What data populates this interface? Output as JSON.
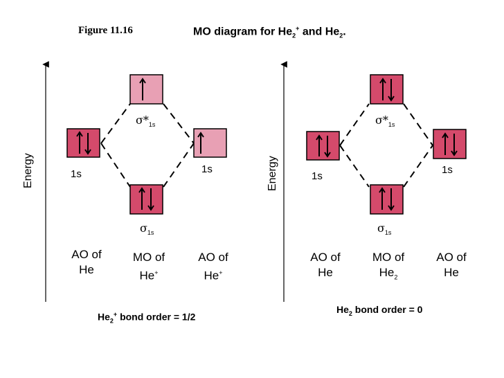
{
  "figure_label": "Figure 11.16",
  "title": {
    "main": "MO diagram for He",
    "sub1": "2",
    "sup1": "+",
    "mid": " and He",
    "sub2": "2",
    "end": "."
  },
  "axis_label": "Energy",
  "colors": {
    "box_filled": "#d44a6b",
    "box_light": "#e8a0b4",
    "stroke": "#000000"
  },
  "left": {
    "ao_left_label": "1s",
    "ao_right_label": "1s",
    "sigma_star": {
      "symbol": "σ",
      "star": "*",
      "sub": "1s"
    },
    "sigma": {
      "symbol": "σ",
      "sub": "1s"
    },
    "col1": {
      "line1": "AO of",
      "line2": "He"
    },
    "col2": {
      "line1": "MO of",
      "line2": "He",
      "sup": "+"
    },
    "col3": {
      "line1": "AO of",
      "line2": "He",
      "sup": "+"
    },
    "bond_order": {
      "pre": "He",
      "sub": "2",
      "sup": "+",
      "post": " bond order = 1/2"
    },
    "occupancy": {
      "ao_left": "up-down",
      "ao_right": "up",
      "sigma": "up-down",
      "sigma_star": "up"
    }
  },
  "right": {
    "ao_left_label": "1s",
    "ao_right_label": "1s",
    "sigma_star": {
      "symbol": "σ",
      "star": "*",
      "sub": "1s"
    },
    "sigma": {
      "symbol": "σ",
      "sub": "1s"
    },
    "col1": {
      "line1": "AO of",
      "line2": "He"
    },
    "col2": {
      "line1": "MO of",
      "line2": "He",
      "sub": "2"
    },
    "col3": {
      "line1": "AO of",
      "line2": "He"
    },
    "bond_order": {
      "pre": "He",
      "sub": "2",
      "post": " bond order = 0"
    },
    "occupancy": {
      "ao_left": "up-down",
      "ao_right": "up-down",
      "sigma": "up-down",
      "sigma_star": "up-down"
    }
  }
}
